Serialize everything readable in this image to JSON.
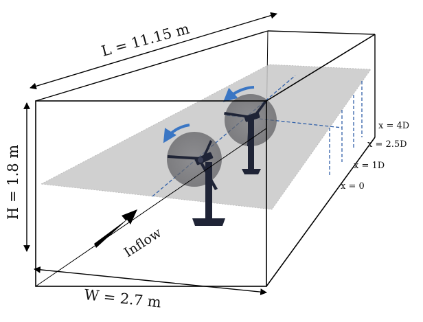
{
  "dimensions": {
    "length": "L = 11.15 m",
    "height": "H = 1.8 m",
    "width": "W = 2.7 m"
  },
  "inflow_label": "Inflow",
  "positions": [
    "x = 4D",
    "x = 2.5D",
    "x = 1D",
    "x = 0"
  ],
  "colors": {
    "edge": "#000000",
    "plane": "#c8c8c8",
    "dashed": "#2f5fa8",
    "rotation_arrow": "#3a76c4",
    "turbine": "#1f2436",
    "rotor_disk": "#6e6e72"
  }
}
